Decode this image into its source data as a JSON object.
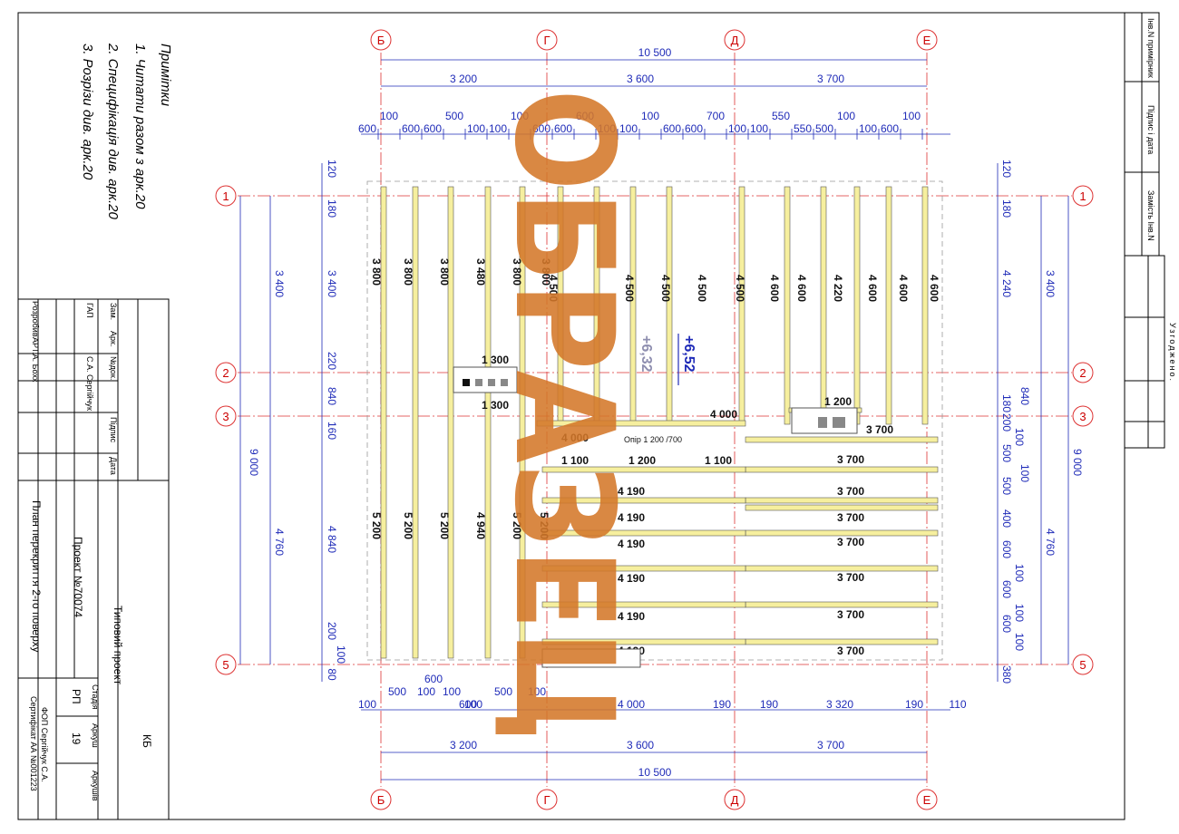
{
  "notes": {
    "title": "Примітки",
    "items": [
      "1. Читати разом з арк.20",
      "2. Специфікація див. арк.20",
      "3. Розрізи див. арк.20"
    ]
  },
  "axes": {
    "letters": [
      "Б",
      "Г",
      "Д",
      "Е"
    ],
    "numbers": [
      "1",
      "2",
      "3",
      "5"
    ]
  },
  "dims": {
    "top_total": "10 500",
    "top_spans": [
      "3 200",
      "3 600",
      "3 700"
    ],
    "top_detail": [
      "600",
      "100",
      "600",
      "600",
      "500",
      "100",
      "100",
      "100",
      "600",
      "600",
      "600",
      "100",
      "100",
      "100",
      "600",
      "600",
      "700",
      "100",
      "100",
      "550",
      "550",
      "500",
      "100",
      "100",
      "600",
      "100"
    ],
    "bottom_total": "10 500",
    "bottom_spans": [
      "3 200",
      "3 600",
      "3 700"
    ],
    "bottom_detail": [
      "100",
      "500",
      "100",
      "600",
      "600",
      "100",
      "100",
      "500",
      "100",
      "4 000",
      "190",
      "190",
      "3 320",
      "190",
      "110"
    ],
    "left_total": "9 000",
    "left_spans": [
      "3 400",
      "4 760"
    ],
    "left_detail": [
      "120",
      "180",
      "3 400",
      "220",
      "840",
      "160",
      "4 840",
      "200",
      "100",
      "80"
    ],
    "right_total": "9 000",
    "right_spans": [
      "3 400",
      "4 760"
    ],
    "right_detail": [
      "120",
      "180",
      "4 240",
      "180",
      "840",
      "200",
      "100",
      "500",
      "100",
      "500",
      "400",
      "600",
      "100",
      "600",
      "100",
      "600",
      "100",
      "380"
    ]
  },
  "beams": {
    "upper": [
      "3 800",
      "3 800",
      "3 800",
      "3 480",
      "3 800",
      "3 800",
      "4 500",
      "4 500",
      "4 500",
      "4 500",
      "4 500",
      "4 600",
      "4 600",
      "4 220",
      "4 600",
      "4 600",
      "4 600"
    ],
    "lower": [
      "5 200",
      "5 200",
      "5 200",
      "4 940",
      "5 200",
      "5 200"
    ],
    "horizontal_right": [
      "3 700",
      "3 700",
      "3 700",
      "3 700",
      "3 700",
      "3 700",
      "3 700",
      "3 700"
    ],
    "horizontal_mid": [
      "4 190",
      "4 190",
      "4 190",
      "4 190",
      "4 190",
      "4 190"
    ],
    "misc": [
      "1 300",
      "1 300",
      "1 200",
      "4 000",
      "4 000",
      "1 100",
      "1 200",
      "1 100",
      "Опір 1 200 /700"
    ]
  },
  "elevations": [
    "+6,52",
    "+6,32"
  ],
  "watermark": "ОБРАЗЕЦ",
  "stamp": {
    "agreed": "Узгоджено.",
    "side_cols": [
      "Інв.N примірник",
      "Підпис і дата",
      "Замість Інв.N"
    ],
    "headers": [
      "Зам.",
      "Арк.",
      "№док.",
      "Підпис",
      "Дата"
    ],
    "gap_label": "ГАП",
    "gap_name": "С.А. Сергійчук",
    "dev_label": "Розробив",
    "dev_name": "АРТ.А. Бoхх",
    "doc_code": "КБ",
    "doc_type": "Типовий проект",
    "project": "Проект №70074",
    "sheet_title": "План перекриття 2-го поверху",
    "col_stage": "Стадія",
    "col_sheet": "Аркуш",
    "col_sheets": "Аркушів",
    "stage": "РП",
    "sheet": "19",
    "company": "ФОП Сергійчук С.А.",
    "certificate": "Сертифікат АА №001223"
  }
}
